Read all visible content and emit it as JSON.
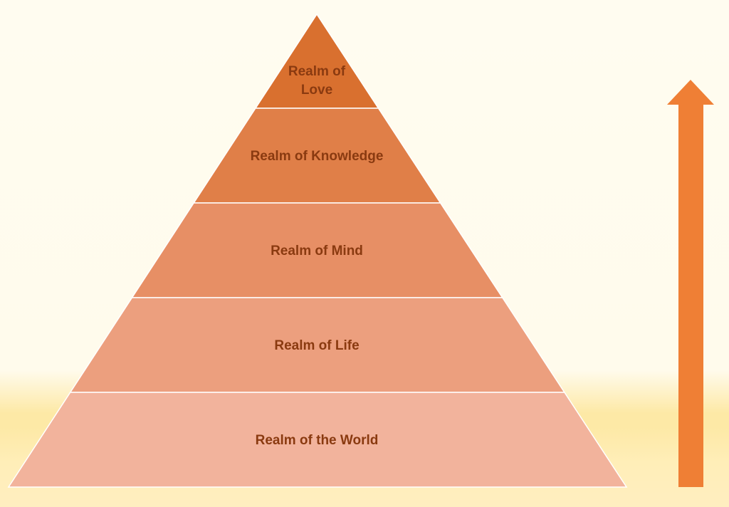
{
  "pyramid": {
    "levels": [
      {
        "lines": [
          "Realm of",
          "Love"
        ],
        "fill": "#d9702f"
      },
      {
        "lines": [
          "Realm of Knowledge"
        ],
        "fill": "#e07f48"
      },
      {
        "lines": [
          "Realm of Mind"
        ],
        "fill": "#e78f65"
      },
      {
        "lines": [
          "Realm of Life"
        ],
        "fill": "#ec9f7e"
      },
      {
        "lines": [
          "Realm of the World"
        ],
        "fill": "#f2b39c"
      }
    ],
    "label_color": "#8a3a10",
    "separator_color": "#ffffff"
  },
  "arrow": {
    "direction": "up",
    "color": "#ef7f35"
  }
}
